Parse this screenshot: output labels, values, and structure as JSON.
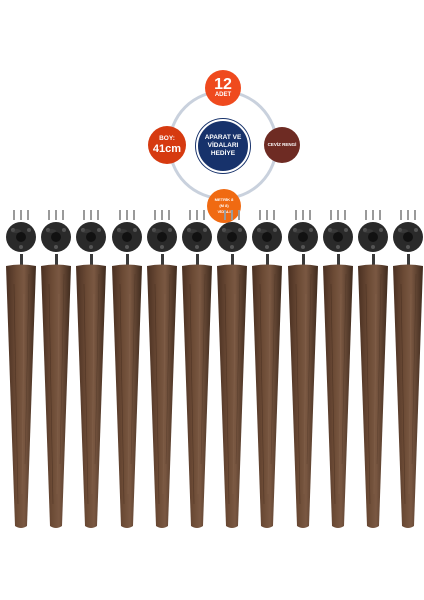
{
  "infographic": {
    "quantity": {
      "number": "12",
      "label": "ADET"
    },
    "center": {
      "line1": "APARAT VE",
      "line2": "VİDALARI",
      "line3": "HEDİYE"
    },
    "length": {
      "label": "BOY:",
      "value": "41cm"
    },
    "color": {
      "label": "CEVİZ RENGİ"
    },
    "screw": {
      "line1": "METRİK 8",
      "line2": "(M 8)",
      "line3": "VİDALI"
    }
  },
  "colors": {
    "quantity_bubble": "#ef4a1e",
    "center_bubble": "#17326b",
    "length_bubble": "#d63a10",
    "color_bubble": "#6e2b23",
    "screw_bubble": "#f06a12",
    "wood": "#6b4a35",
    "plate": "#2a2a2a"
  },
  "legs": {
    "count": 12
  }
}
